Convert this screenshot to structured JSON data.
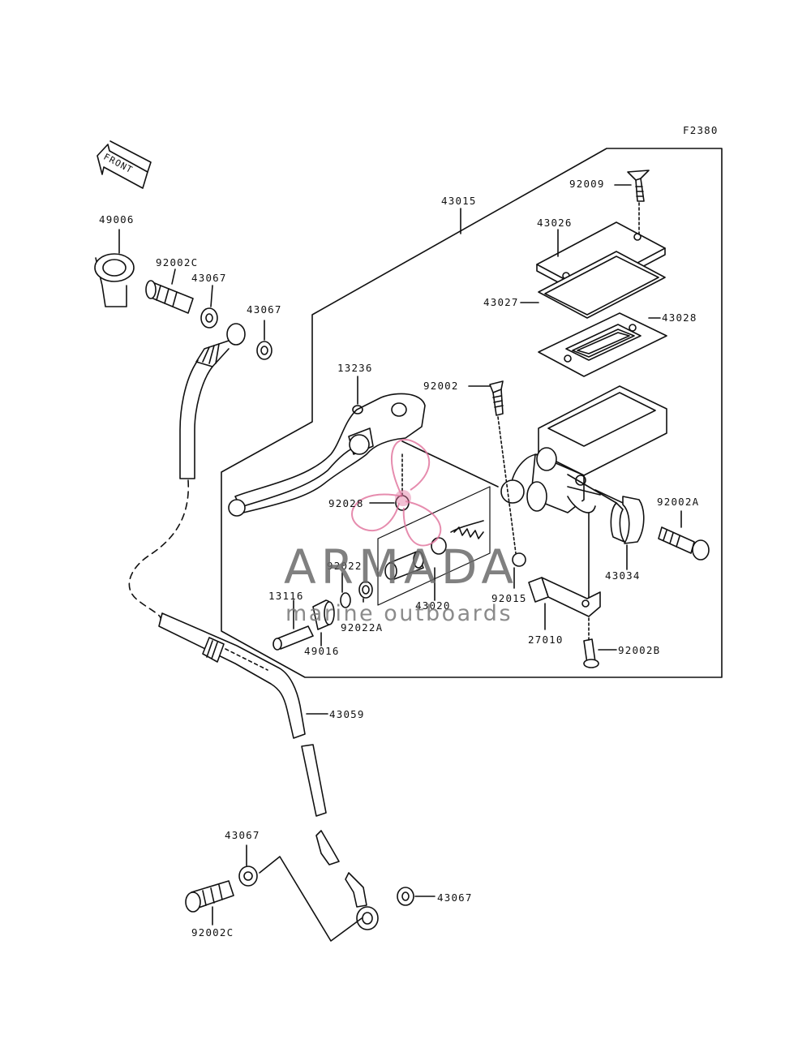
{
  "figure_code": "F2380",
  "front_arrow": "FRONT",
  "watermark": {
    "title": "ARMADA",
    "subtitle": "marine outboards",
    "accent": "#e0709a"
  },
  "callouts": {
    "n43015": "43015",
    "n92009": "92009",
    "n43026": "43026",
    "n43027": "43027",
    "n43028": "43028",
    "n49006": "49006",
    "n92002c_top": "92002C",
    "n43067_a": "43067",
    "n43067_b": "43067",
    "n13236": "13236",
    "n92002": "92002",
    "n92028": "92028",
    "n92002a": "92002A",
    "n43034": "43034",
    "n92022": "92022",
    "n13116": "13116",
    "n43020": "43020",
    "n92015": "92015",
    "n92022a": "92022A",
    "n49016": "49016",
    "n27010": "27010",
    "n92002b": "92002B",
    "n43059": "43059",
    "n43067_c": "43067",
    "n43067_d": "43067",
    "n92002c_bottom": "92002C"
  }
}
